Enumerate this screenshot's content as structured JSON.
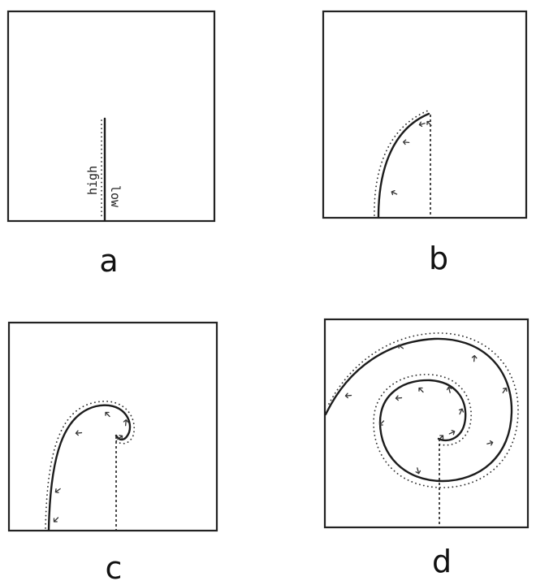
{
  "panels": [
    {
      "label": "a",
      "annotations": {
        "left": "high",
        "right": "low"
      }
    },
    {
      "label": "b"
    },
    {
      "label": "c"
    },
    {
      "label": "d"
    }
  ]
}
